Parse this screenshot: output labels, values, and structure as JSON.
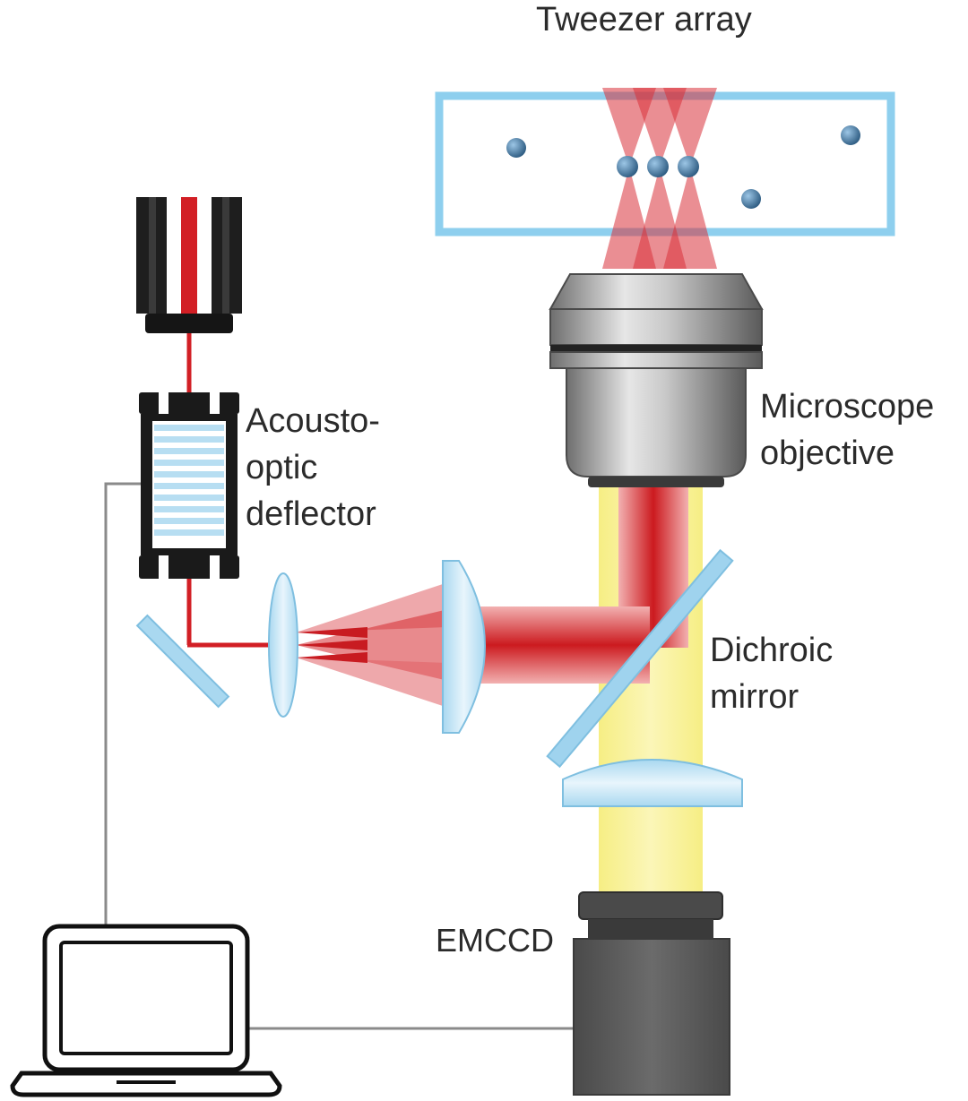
{
  "labels": {
    "tweezer_array": "Tweezer array",
    "aod_line1": "Acousto-",
    "aod_line2": "optic",
    "aod_line3": "deflector",
    "objective_line1": "Microscope",
    "objective_line2": "objective",
    "dichroic_line1": "Dichroic",
    "dichroic_line2": "mirror",
    "emccd": "EMCCD"
  },
  "colors": {
    "laser_red": "#d21f25",
    "fluorescence_yellow": "#f7f08a",
    "optics_blue": "#9fd3ee",
    "cell_frame": "#8ecfee",
    "atom": "#3f6f96",
    "wire_gray": "#8a8a8a",
    "camera_gray": "#585858"
  },
  "icons": {
    "laser": "laser-source-icon",
    "aod": "acousto-optic-deflector-icon",
    "objective": "microscope-objective-icon",
    "camera": "emccd-camera-icon",
    "computer": "laptop-icon"
  }
}
